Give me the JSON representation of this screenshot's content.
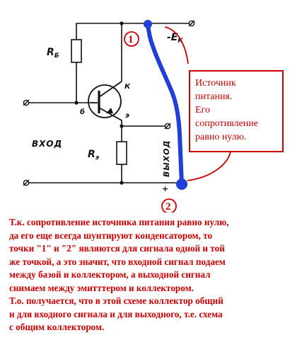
{
  "diagram": {
    "labels": {
      "rb": "R",
      "rb_sub": "Б",
      "re": "R",
      "re_sub": "э",
      "collector": "К",
      "base": "б",
      "emitter": "э",
      "supply": "-E",
      "supply_sub": "К",
      "input": "ВХОД",
      "output": "ВЫХОД",
      "bottom_terminal": "+"
    },
    "markers": {
      "point1": "1",
      "point2": "2"
    },
    "callout": {
      "lines": [
        "Источник",
        "питания.",
        "Его",
        "сопротивление",
        "равно нулю."
      ]
    },
    "colors": {
      "wire": "#111111",
      "highlight": "#1f3fd6",
      "annotation": "#cc0000"
    }
  },
  "explanation": {
    "lines": [
      "Т.к. сопротивление источника питания равно нулю,",
      "да его еще всегда шунтируют конденсатором, то",
      "точки  \"1\" и \"2\" являются для сигнала одной и той",
      "же точкой, а это значит, что входной сигнал подаем",
      "между базой и коллектором, а выходной сигнал",
      "снимаем между эмитттером и коллектором.",
      "Т.о. получается, что в этой схеме коллектор общий",
      "и для входного сигнала и для выходного, т.е. схема",
      "с общим коллектором."
    ]
  }
}
